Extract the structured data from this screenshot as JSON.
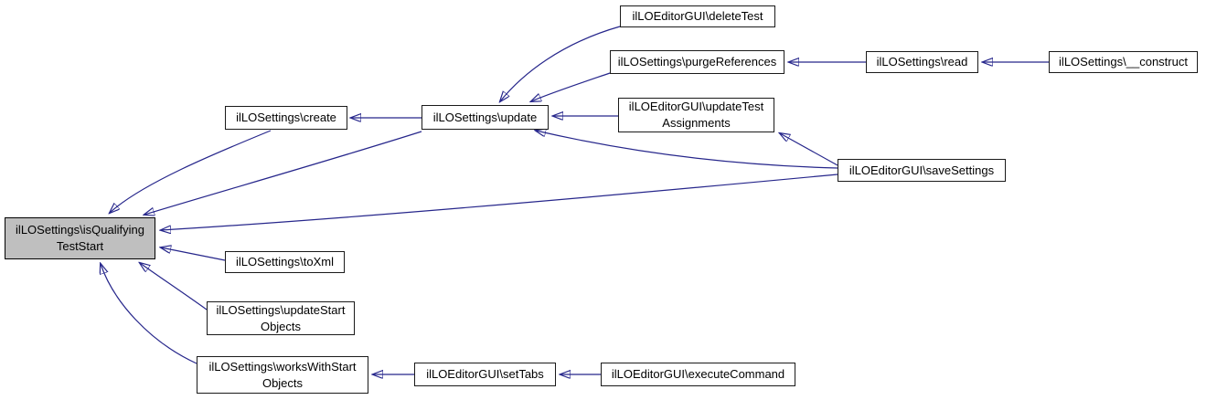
{
  "diagram": {
    "type": "caller-graph",
    "edge_color": "#26268b",
    "node_fill": "#ffffff",
    "highlight_fill": "#bfbfbf",
    "nodes": {
      "isQualifyingTestStart": {
        "lines": [
          "ilLOSettings\\isQualifying",
          "TestStart"
        ]
      },
      "create": {
        "lines": [
          "ilLOSettings\\create"
        ]
      },
      "update": {
        "lines": [
          "ilLOSettings\\update"
        ]
      },
      "deleteTest": {
        "lines": [
          "ilLOEditorGUI\\deleteTest"
        ]
      },
      "purgeReferences": {
        "lines": [
          "ilLOSettings\\purgeReferences"
        ]
      },
      "read": {
        "lines": [
          "ilLOSettings\\read"
        ]
      },
      "construct": {
        "lines": [
          "ilLOSettings\\__construct"
        ]
      },
      "updateTestAssignments": {
        "lines": [
          "ilLOEditorGUI\\updateTest",
          "Assignments"
        ]
      },
      "saveSettings": {
        "lines": [
          "ilLOEditorGUI\\saveSettings"
        ]
      },
      "toXml": {
        "lines": [
          "ilLOSettings\\toXml"
        ]
      },
      "updateStartObjects": {
        "lines": [
          "ilLOSettings\\updateStart",
          "Objects"
        ]
      },
      "worksWithStartObjects": {
        "lines": [
          "ilLOSettings\\worksWithStart",
          "Objects"
        ]
      },
      "setTabs": {
        "lines": [
          "ilLOEditorGUI\\setTabs"
        ]
      },
      "executeCommand": {
        "lines": [
          "ilLOEditorGUI\\executeCommand"
        ]
      }
    },
    "edges": [
      {
        "from": "ilLOSettings\\update",
        "to": "ilLOSettings\\create"
      },
      {
        "from": "ilLOEditorGUI\\deleteTest",
        "to": "ilLOSettings\\update"
      },
      {
        "from": "ilLOSettings\\purgeReferences",
        "to": "ilLOSettings\\update"
      },
      {
        "from": "ilLOEditorGUI\\updateTestAssignments",
        "to": "ilLOSettings\\update"
      },
      {
        "from": "ilLOEditorGUI\\saveSettings",
        "to": "ilLOSettings\\update"
      },
      {
        "from": "ilLOEditorGUI\\saveSettings",
        "to": "ilLOEditorGUI\\updateTestAssignments"
      },
      {
        "from": "ilLOSettings\\read",
        "to": "ilLOSettings\\purgeReferences"
      },
      {
        "from": "ilLOSettings\\__construct",
        "to": "ilLOSettings\\read"
      },
      {
        "from": "ilLOEditorGUI\\executeCommand",
        "to": "ilLOEditorGUI\\setTabs"
      },
      {
        "from": "ilLOEditorGUI\\setTabs",
        "to": "ilLOSettings\\worksWithStartObjects"
      },
      {
        "from": "ilLOSettings\\create",
        "to": "ilLOSettings\\isQualifyingTestStart"
      },
      {
        "from": "ilLOSettings\\update",
        "to": "ilLOSettings\\isQualifyingTestStart"
      },
      {
        "from": "ilLOEditorGUI\\saveSettings",
        "to": "ilLOSettings\\isQualifyingTestStart"
      },
      {
        "from": "ilLOSettings\\toXml",
        "to": "ilLOSettings\\isQualifyingTestStart"
      },
      {
        "from": "ilLOSettings\\updateStartObjects",
        "to": "ilLOSettings\\isQualifyingTestStart"
      },
      {
        "from": "ilLOSettings\\worksWithStartObjects",
        "to": "ilLOSettings\\isQualifyingTestStart"
      }
    ]
  }
}
